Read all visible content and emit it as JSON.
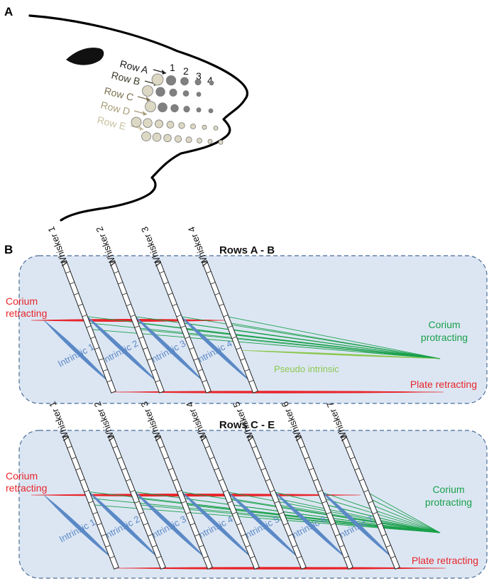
{
  "panel_a": {
    "label": "A",
    "row_labels": [
      {
        "text": "Row A",
        "color": "#1a1a1a"
      },
      {
        "text": "Row B",
        "color": "#3d3a2a"
      },
      {
        "text": "Row C",
        "color": "#7a7050"
      },
      {
        "text": "Row D",
        "color": "#a89d78"
      },
      {
        "text": "Row E",
        "color": "#c9c0a0"
      }
    ],
    "column_numbers": [
      "1",
      "2",
      "3",
      "4"
    ],
    "colors": {
      "outline": "#000000",
      "eye": "#111111",
      "pad_fill": "#dcd8c4",
      "whisker_dark": "#808080"
    }
  },
  "panel_b": {
    "label": "B",
    "box_fill": "#dce6f3",
    "box_border": "#4a6d96",
    "colors": {
      "corium_retracting": "#e8242a",
      "plate_retracting": "#e8242a",
      "corium_protracting": "#19a04a",
      "pseudo_intrinsic": "#8cc850",
      "intrinsic": "#5b89c6",
      "intrinsic_text": "#5b89c6"
    },
    "top": {
      "title": "Rows A - B",
      "whiskers": [
        "Whisker 1",
        "Whisker 2",
        "Whisker 3",
        "Whisker 4"
      ],
      "intrinsics": [
        "Intrinsic 1",
        "Intrinsic 2",
        "Intrinsic 3",
        "Intrinsic 4"
      ],
      "corium_retracting": [
        "Corium",
        "retracting"
      ],
      "corium_protracting": [
        "Corium",
        "protracting"
      ],
      "pseudo_intrinsic": "Pseudo intrinsic",
      "plate_retracting": "Plate retracting"
    },
    "bottom": {
      "title": "Rows C - E",
      "whiskers": [
        "Whisker 1",
        "Whisker 2",
        "Whisker 3",
        "Whisker 4",
        "Whisker 5",
        "Whisker 6",
        "Whisker 7"
      ],
      "intrinsics": [
        "Intrinsic 1",
        "Intrinsic 2",
        "Intrinsic 3",
        "Intrinsic 4",
        "Intrinsic 5",
        "Intrinsic 6",
        "Intrinsic 7"
      ],
      "corium_retracting": [
        "Corium",
        "retracting"
      ],
      "corium_protracting": [
        "Corium",
        "protracting"
      ],
      "plate_retracting": "Plate retracting"
    }
  }
}
